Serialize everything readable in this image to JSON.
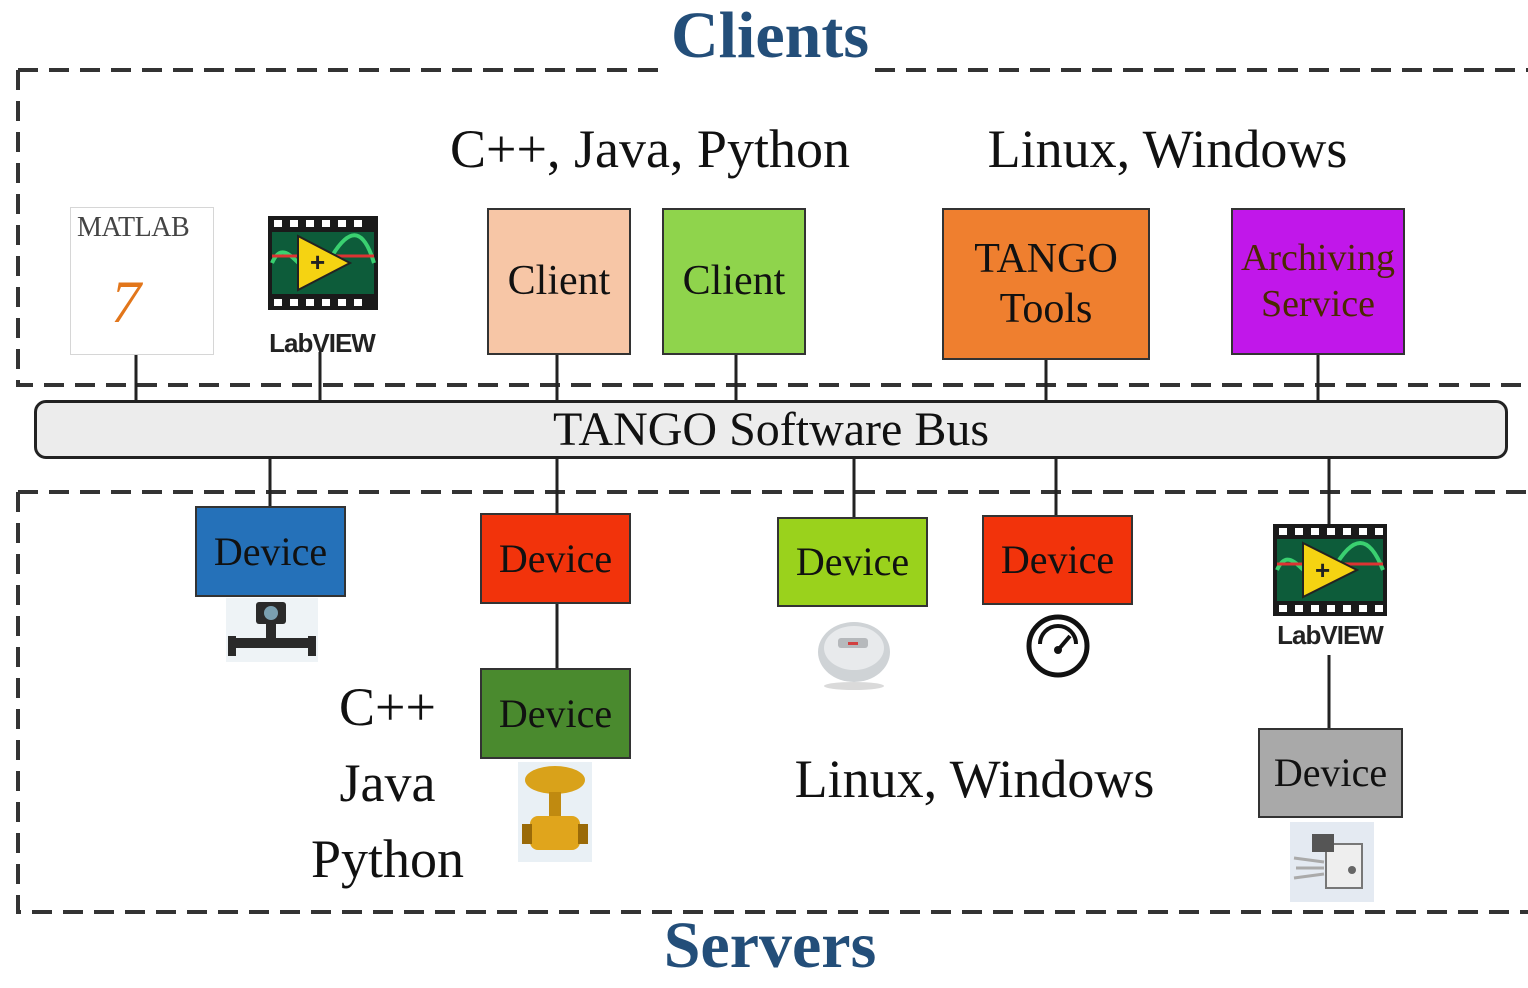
{
  "clients": {
    "title": "Clients",
    "languages": "C++, Java, Python",
    "platforms": "Linux, Windows",
    "matlab_logo": {
      "text": "MATLAB",
      "version": "7",
      "icon": "matlab-icon"
    },
    "labview_logo": {
      "text": "LabVIEW",
      "icon": "labview-icon"
    },
    "boxes": [
      {
        "label": "Client",
        "color": "#f7c6a6"
      },
      {
        "label": "Client",
        "color": "#8fd44c"
      },
      {
        "label": "TANGO Tools",
        "color": "#ef7f2f"
      },
      {
        "label": "Archiving Service",
        "color": "#c117ea",
        "text_color": "#4a2a00"
      }
    ]
  },
  "bus": {
    "label": "TANGO Software Bus",
    "color": "#ececec"
  },
  "servers": {
    "title": "Servers",
    "languages": [
      "C++",
      "Java",
      "Python"
    ],
    "platforms": "Linux, Windows",
    "labview_logo": {
      "text": "LabVIEW",
      "icon": "labview-icon"
    },
    "devices": [
      {
        "label": "Device",
        "color": "#2571b9",
        "icon": "camera-rail-icon"
      },
      {
        "label": "Device",
        "color": "#f2330b"
      },
      {
        "label": "Device",
        "color": "#4a8a2e",
        "icon": "valve-icon"
      },
      {
        "label": "Device",
        "color": "#9ad21c",
        "icon": "pump-icon"
      },
      {
        "label": "Device",
        "color": "#f2330b",
        "icon": "gauge-icon"
      },
      {
        "label": "Device",
        "color": "#a9a9a9",
        "icon": "beam-shutter-icon"
      }
    ]
  }
}
